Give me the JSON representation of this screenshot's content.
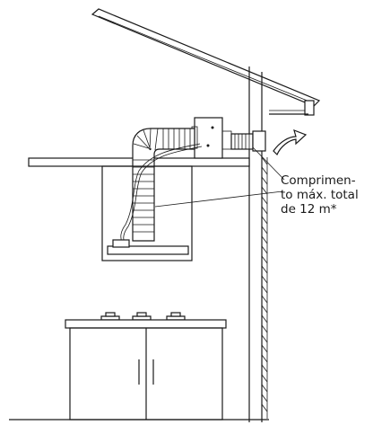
{
  "annotation": {
    "lines": [
      "Comprimen-",
      "to máx. total",
      "de 12 m*"
    ]
  }
}
